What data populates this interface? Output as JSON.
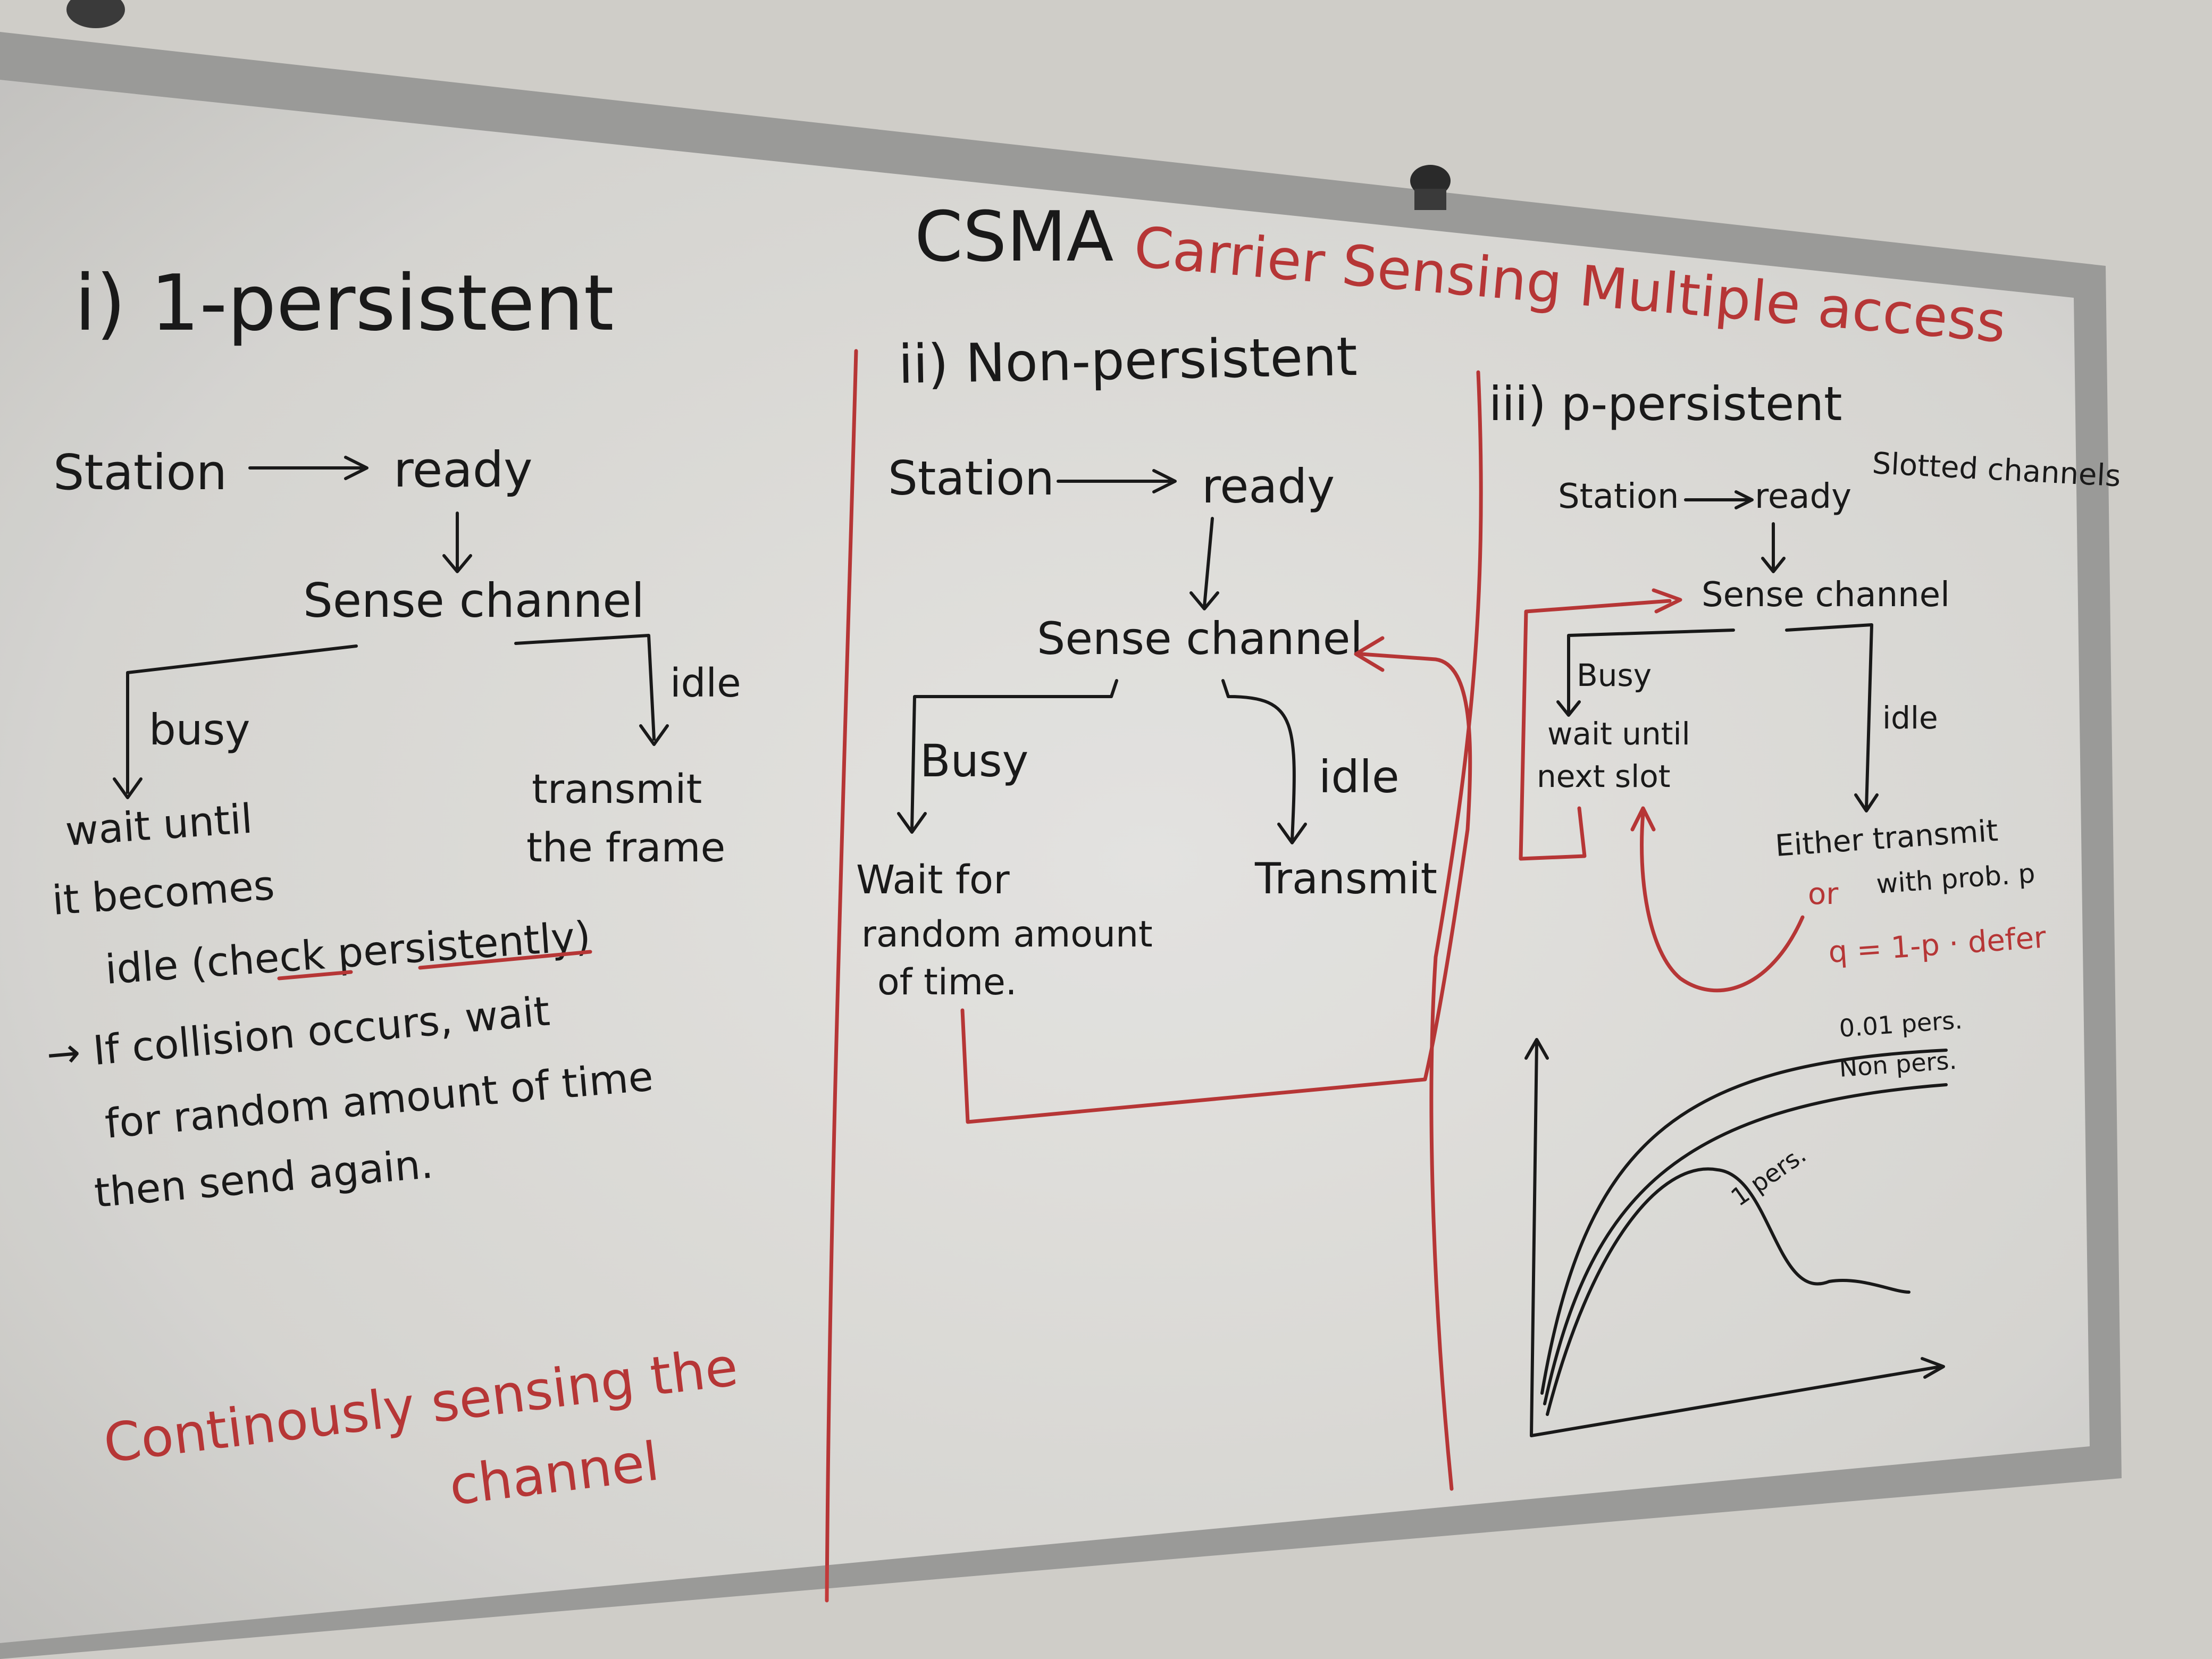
{
  "title": {
    "acronym": "CSMA",
    "expansion": "Carrier Sensing Multiple access"
  },
  "section_1": {
    "heading": "i) 1-persistent",
    "station": "Station",
    "ready": "ready",
    "sense_channel": "Sense channel",
    "busy_label": "busy",
    "idle_label": "idle",
    "busy_action_line1": "wait until",
    "busy_action_line2": "it becomes",
    "busy_action_line3": "idle (check persistently)",
    "idle_action_line1": "transmit",
    "idle_action_line2": "the frame",
    "collision_line1": "→ If collision occurs, wait",
    "collision_line2": "for random amount of time",
    "collision_line3": "then send again.",
    "note_line1": "Continously sensing the",
    "note_line2": "channel"
  },
  "section_2": {
    "heading": "ii) Non-persistent",
    "station": "Station",
    "ready": "ready",
    "sense_channel": "Sense channel",
    "busy_label": "Busy",
    "idle_label": "idle",
    "busy_action_line1": "Wait for",
    "busy_action_line2": "random amount",
    "busy_action_line3": "of time.",
    "idle_action": "Transmit"
  },
  "section_3": {
    "heading": "iii) p-persistent",
    "slotted_note": "Slotted channels",
    "station": "Station",
    "ready": "ready",
    "sense_channel": "Sense channel",
    "busy_label": "Busy",
    "busy_action_line1": "wait until",
    "busy_action_line2": "next slot",
    "idle_label": "idle",
    "idle_action_line1": "Either transmit",
    "idle_action_line2": "with prob. p",
    "or_label": "or",
    "defer_label": "q = 1-p · defer"
  },
  "chart_data": {
    "type": "line",
    "series": [
      {
        "name": "0.01 pers.",
        "shape": "saturating, highest"
      },
      {
        "name": "Non pers.",
        "shape": "saturating, middle"
      },
      {
        "name": "1 pers.",
        "shape": "rises, peaks, then falls"
      }
    ],
    "xlabel": "",
    "ylabel": ""
  },
  "colors": {
    "ink": "#1b1b1b",
    "red_marker": "#c23a3a",
    "board": "#e9e8e4",
    "frame": "#9a9a98",
    "wall": "#cfcdc8"
  }
}
